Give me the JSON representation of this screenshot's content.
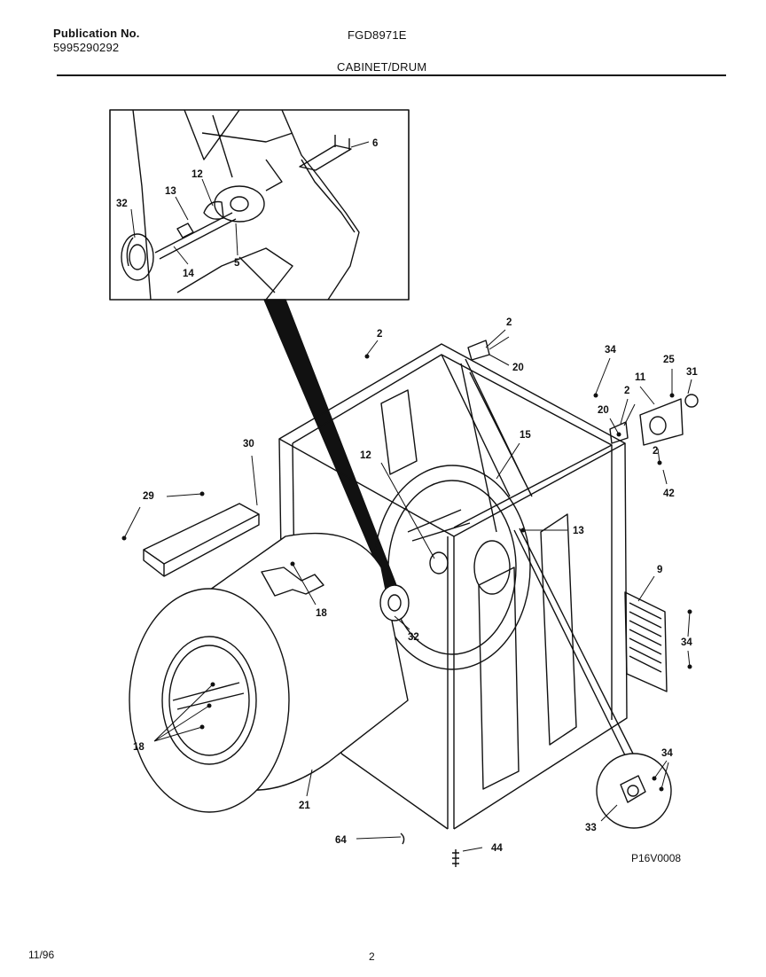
{
  "header": {
    "publication_label": "Publication No.",
    "publication_number": "5995290292",
    "model": "FGD8971E",
    "section_title": "CABINET/DRUM"
  },
  "diagram": {
    "callouts": {
      "c6": "6",
      "c12a": "12",
      "c13a": "13",
      "c32a": "32",
      "c14": "14",
      "c5": "5",
      "c2a": "2",
      "c2b": "2",
      "c20a": "20",
      "c34a": "34",
      "c25": "25",
      "c31": "31",
      "c11": "11",
      "c2c": "2",
      "c20b": "20",
      "c2d": "2",
      "c42": "42",
      "c30": "30",
      "c15": "15",
      "c12b": "12",
      "c29": "29",
      "c13b": "13",
      "c9": "9",
      "c18a": "18",
      "c32b": "32",
      "c34b": "34",
      "c18b": "18",
      "c21": "21",
      "c34c": "34",
      "c33": "33",
      "c64": "64",
      "c44": "44"
    },
    "drawing_code": "P16V0008"
  },
  "footer": {
    "date": "11/96",
    "page": "2"
  }
}
